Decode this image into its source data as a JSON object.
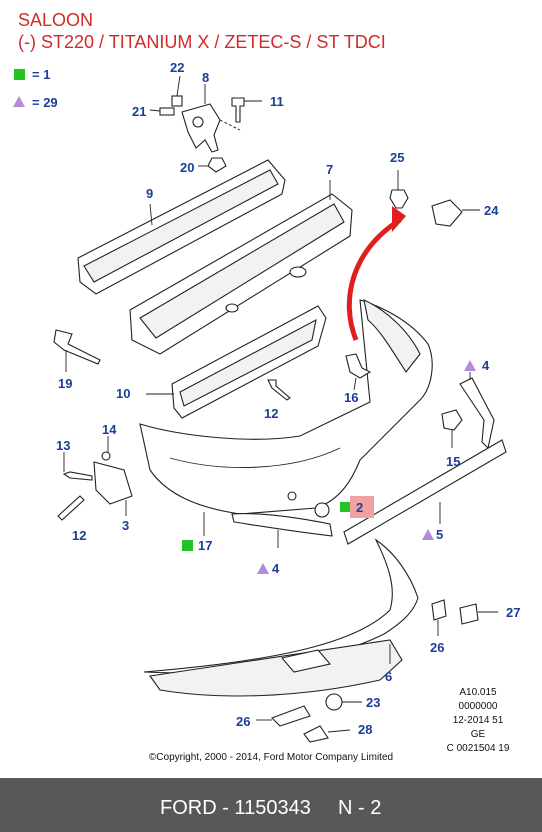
{
  "title": {
    "line1": "SALOON",
    "line2": "(-) ST220 /  TITANIUM X / ZETEC-S / ST TDCI"
  },
  "legend": [
    {
      "marker": "green-square",
      "color": "#22c322",
      "text": "= 1"
    },
    {
      "marker": "purple-triangle",
      "color": "#b58ad8",
      "text": "= 29"
    }
  ],
  "callouts": [
    "22",
    "8",
    "21",
    "11",
    "20",
    "25",
    "24",
    "9",
    "7",
    "19",
    "10",
    "12",
    "16",
    "4",
    "14",
    "13",
    "15",
    "3",
    "12",
    "2",
    "5",
    "17",
    "4",
    "27",
    "26",
    "6",
    "23",
    "26",
    "28"
  ],
  "highlight": {
    "label": "2",
    "color": "#f2a0a0"
  },
  "reference": [
    "A10.015",
    "0000000",
    "12-2014 51",
    "GE",
    "C 0021504 19"
  ],
  "copyright": "©Copyright, 2000 - 2014, Ford Motor Company Limited",
  "footer": {
    "brand": "FORD - 1150343",
    "page": "N - 2"
  },
  "colors": {
    "title": "#d32a2a",
    "callout": "#1b3f96",
    "arrow": "#e01e1e",
    "footer_bg": "#58585a"
  }
}
